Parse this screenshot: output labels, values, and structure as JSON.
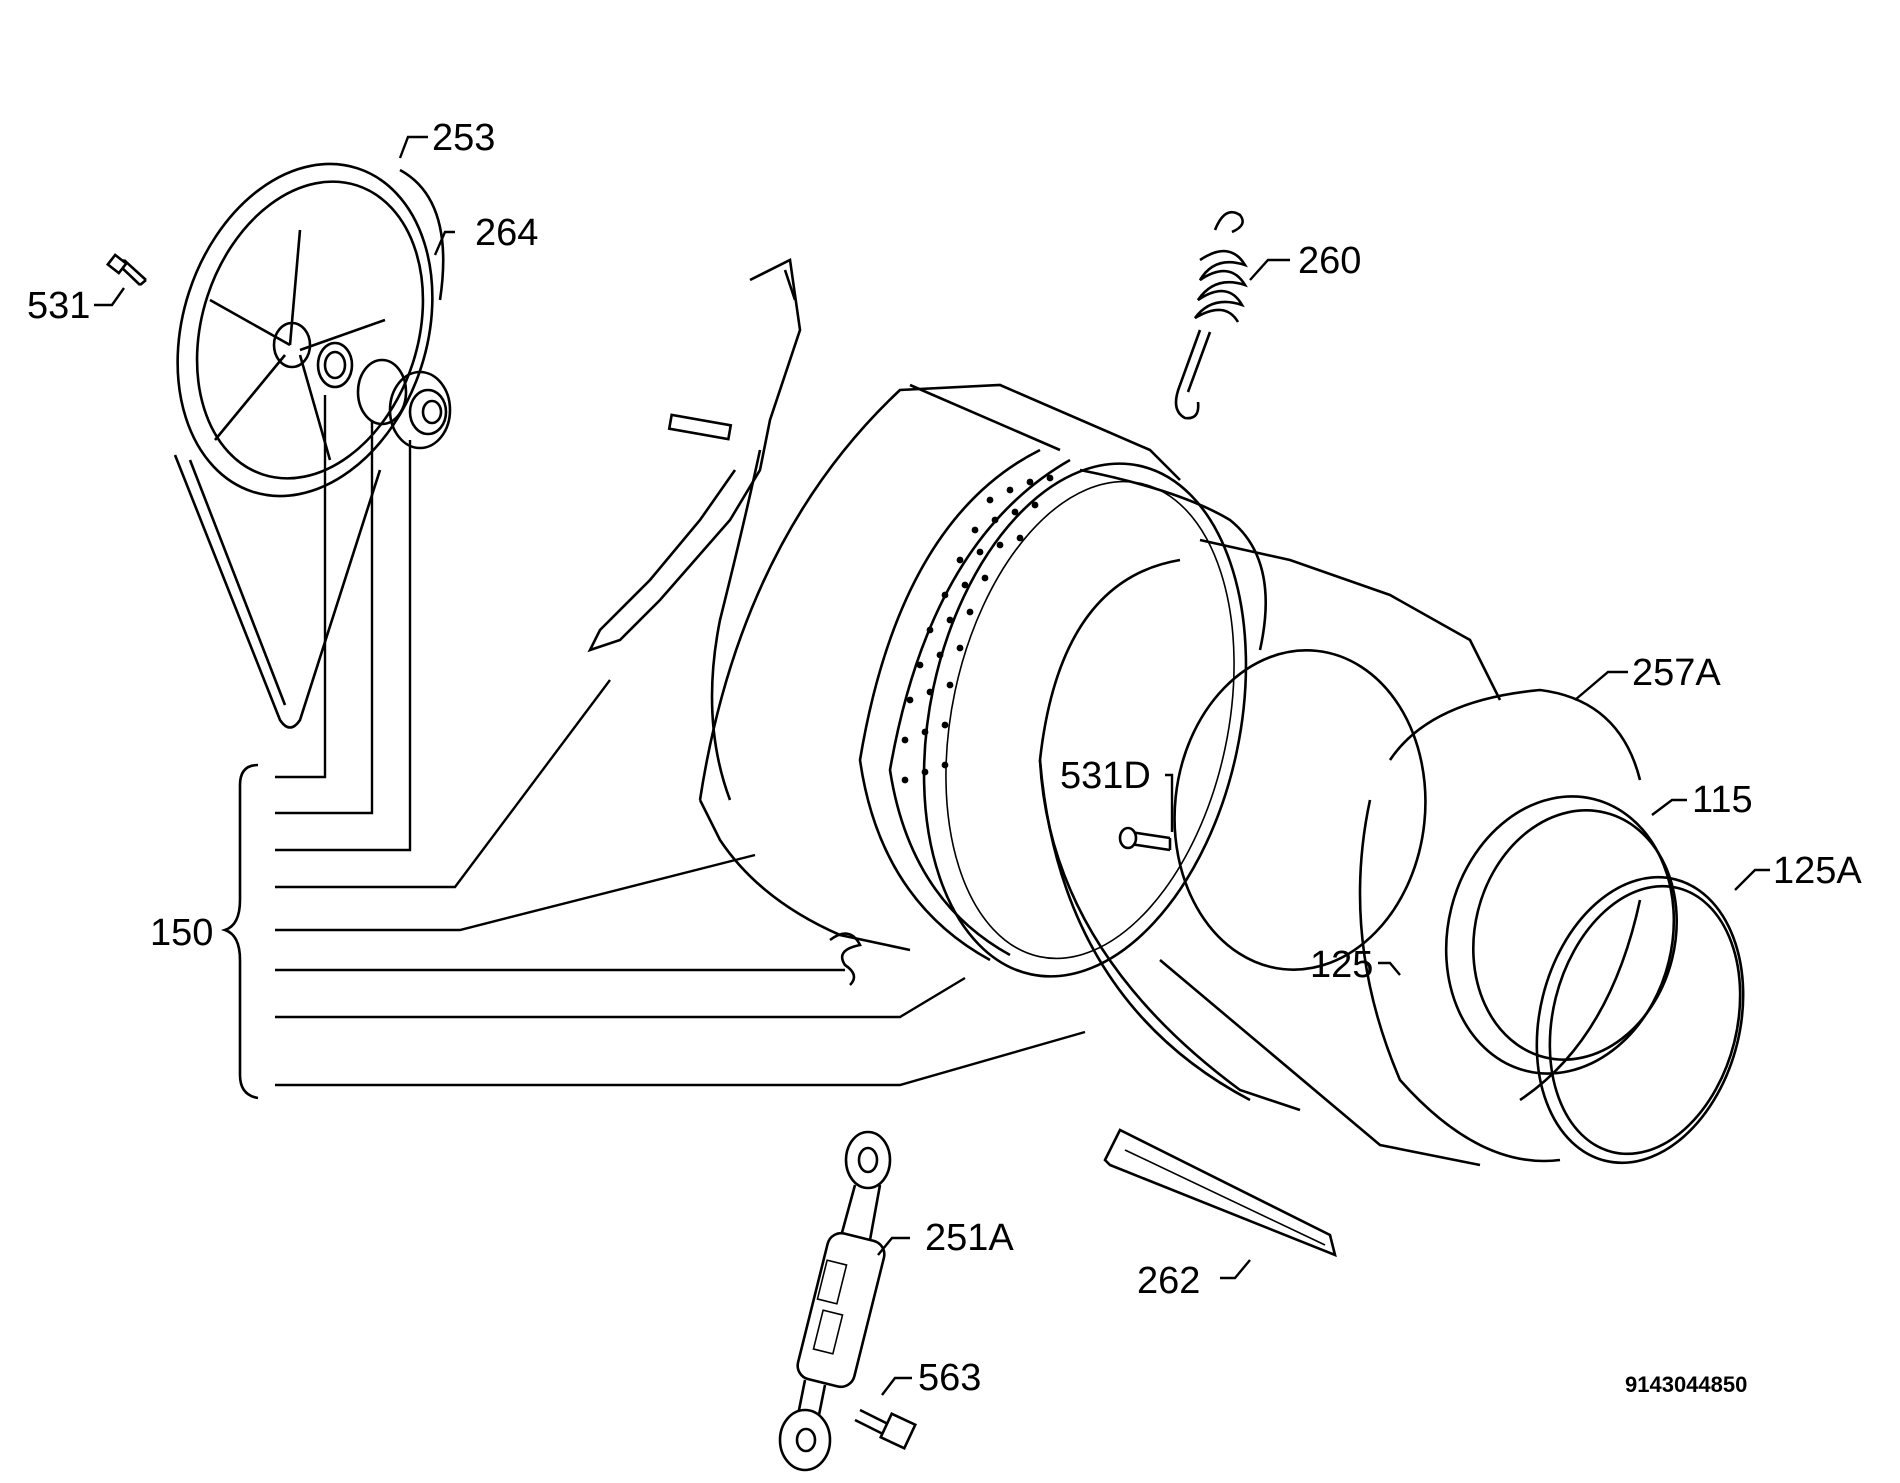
{
  "diagram": {
    "labels": {
      "p253": "253",
      "p264": "264",
      "p531": "531",
      "p260": "260",
      "p257A": "257A",
      "p531D": "531D",
      "p115": "115",
      "p125A": "125A",
      "p150": "150",
      "p125": "125",
      "p251A": "251A",
      "p262": "262",
      "p563": "563"
    },
    "drawing_number": "9143044850"
  }
}
